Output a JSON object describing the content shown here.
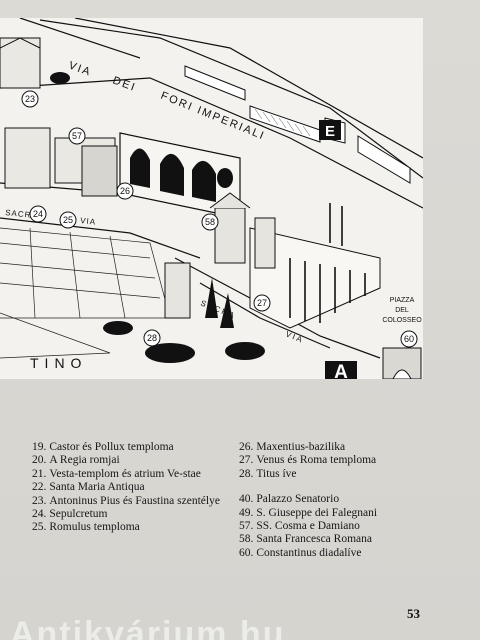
{
  "map": {
    "street_labels": {
      "via": "VIA",
      "dei": "DEI",
      "fori_imperiali": "FORI IMPERIALI",
      "sacra_upper": "SACRA",
      "via_upper": "VIA",
      "sacra_lower": "SACRA",
      "via_lower": "VIA",
      "palatino_partial": "TINO"
    },
    "place_label": {
      "line1": "PIAZZA",
      "line2": "DEL",
      "line3": "COLOSSEO"
    },
    "markers": {
      "m23": "23",
      "m57": "57",
      "m26": "26",
      "m24": "24",
      "m25": "25",
      "m58": "58",
      "m27": "27",
      "m28": "28",
      "m60": "60"
    },
    "letter_e": "E",
    "letter_a": "A"
  },
  "legend_left": [
    {
      "num": "19.",
      "text": "Castor és Pollux temploma"
    },
    {
      "num": "20.",
      "text": "A Regia romjai"
    },
    {
      "num": "21.",
      "text": "Vesta-templom és atrium Ve-stae"
    },
    {
      "num": "22.",
      "text": "Santa Maria Antiqua"
    },
    {
      "num": "23.",
      "text": "Antoninus Pius és Faustina szentélye"
    },
    {
      "num": "24.",
      "text": "Sepulcretum"
    },
    {
      "num": "25.",
      "text": "Romulus temploma"
    }
  ],
  "legend_right_a": [
    {
      "num": "26.",
      "text": "Maxentius-bazilika"
    },
    {
      "num": "27.",
      "text": "Venus és Roma temploma"
    },
    {
      "num": "28.",
      "text": "Titus íve"
    }
  ],
  "legend_right_b": [
    {
      "num": "40.",
      "text": "Palazzo Senatorio"
    },
    {
      "num": "49.",
      "text": "S. Giuseppe dei Falegnani"
    },
    {
      "num": "57.",
      "text": "SS. Cosma e Damiano"
    },
    {
      "num": "58.",
      "text": "Santa Francesca Romana"
    },
    {
      "num": "60.",
      "text": "Constantinus diadalíve"
    }
  ],
  "page_number": "53",
  "watermark": "Antikvárium.hu"
}
